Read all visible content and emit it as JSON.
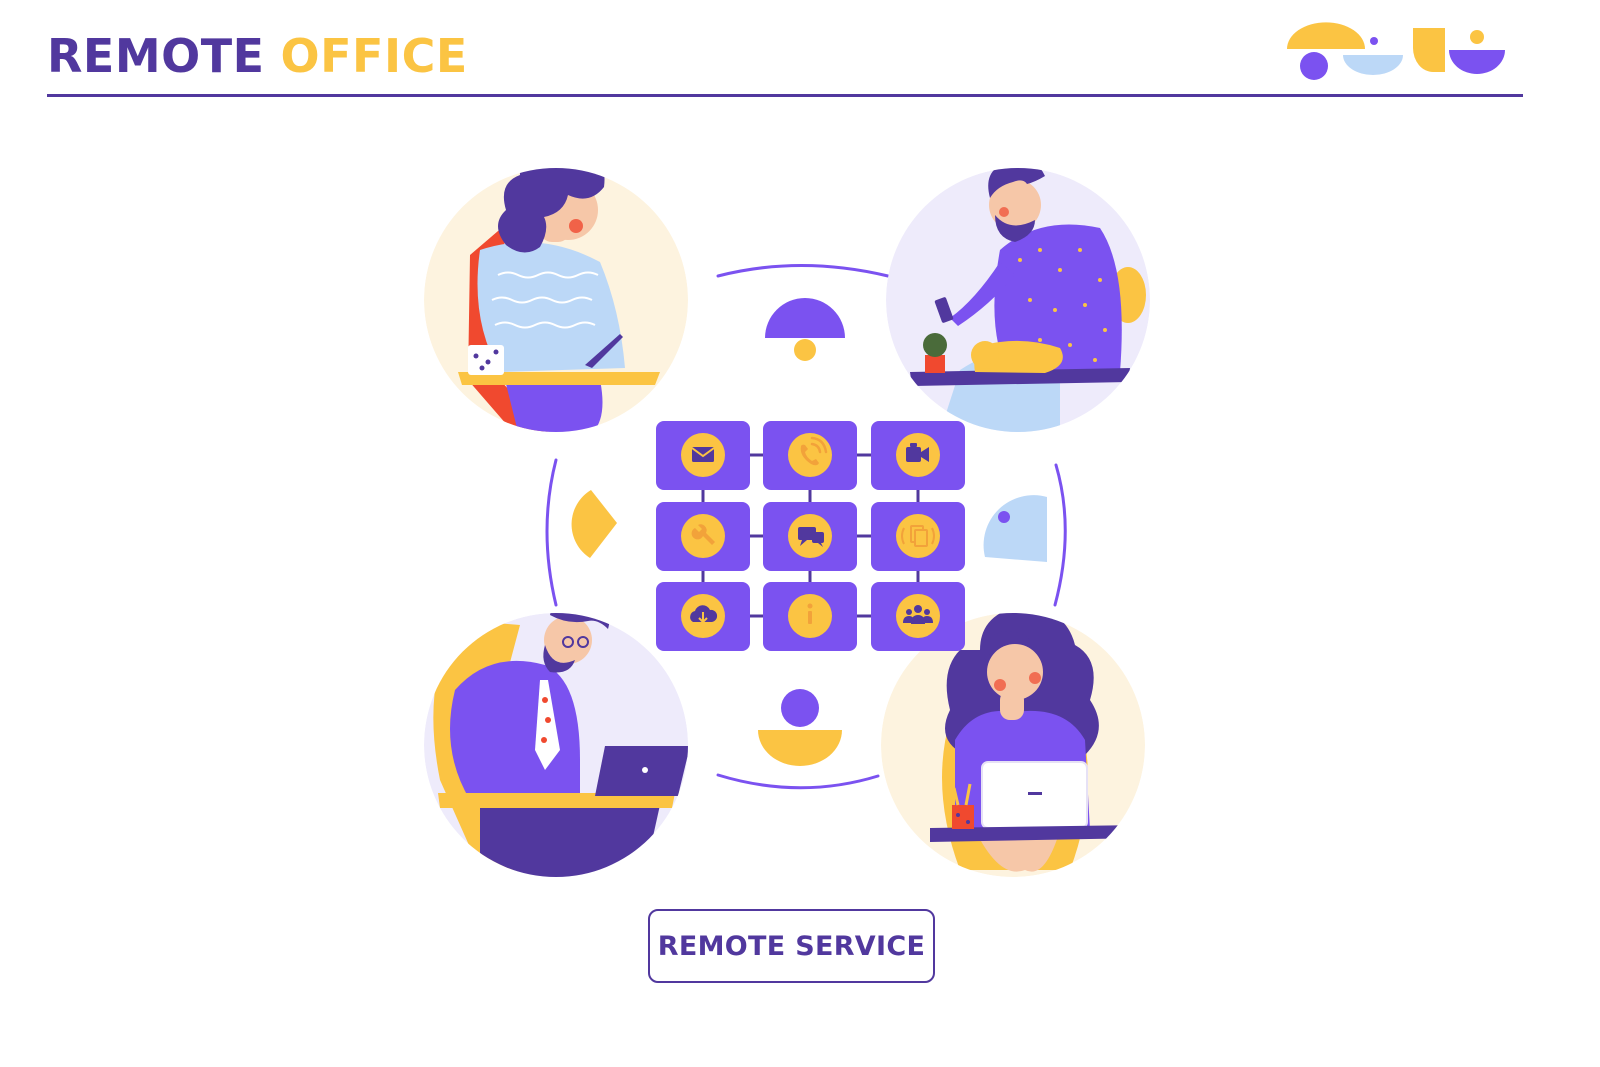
{
  "header": {
    "title_word1": "REMOTE",
    "title_word2": "OFFICE"
  },
  "cta": {
    "label": "REMOTE SERVICE"
  },
  "service_tiles": [
    {
      "icon": "mail-icon"
    },
    {
      "icon": "phone-call-icon"
    },
    {
      "icon": "video-camera-icon"
    },
    {
      "icon": "wrench-icon"
    },
    {
      "icon": "chat-bubble-icon"
    },
    {
      "icon": "documents-icon"
    },
    {
      "icon": "cloud-download-icon"
    },
    {
      "icon": "info-icon"
    },
    {
      "icon": "team-icon"
    }
  ],
  "people": [
    {
      "role": "woman-drawing-on-tablet"
    },
    {
      "role": "man-with-phone-and-cat"
    },
    {
      "role": "man-with-laptop"
    },
    {
      "role": "woman-with-laptop"
    }
  ],
  "colors": {
    "primary_purple": "#51389e",
    "accent_purple": "#7b52f0",
    "accent_yellow": "#fbc443",
    "light_blue": "#bcd8f7",
    "cream": "#fdf3df",
    "lavender": "#eeebfb"
  }
}
